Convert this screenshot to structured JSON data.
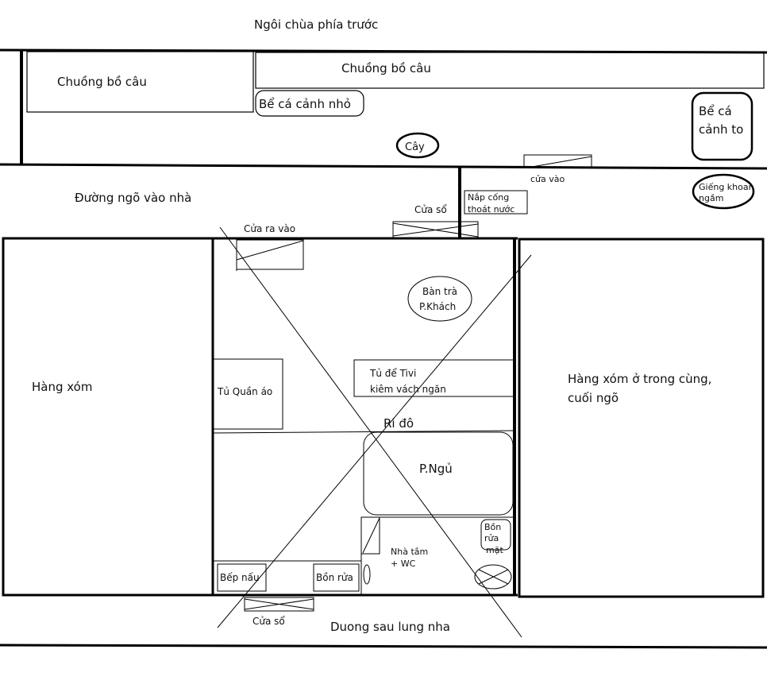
{
  "diagram": {
    "type": "house-floor-plan-sketch",
    "colors": {
      "stroke": "#000000",
      "background": "#ffffff",
      "text": "#111111"
    },
    "labels": {
      "temple": "Ngôi chùa phía trước",
      "pigeon_coop_left": "Chuồng bồ câu",
      "pigeon_coop_right": "Chuồng bồ câu",
      "small_aquarium": "Bể cá cảnh nhỏ",
      "tree": "Cây",
      "big_aquarium_line1": "Bể cá",
      "big_aquarium_line2": "cảnh to",
      "alley": "Đường ngõ vào nhà",
      "yard_entrance": "cửa vào",
      "drain_cover_line1": "Nắp cống",
      "drain_cover_line2": "thoát nước",
      "well_line1": "Giếng khoan",
      "well_line2": "ngầm",
      "front_window": "Cửa sổ",
      "main_door": "Cửa ra vào",
      "tea_table_line1": "Bàn trà",
      "tea_table_line2": "P.Khách",
      "neighbor_left": "Hàng xóm",
      "neighbor_right_line1": "Hàng xóm ở trong cùng,",
      "neighbor_right_line2": "cuối ngõ",
      "wardrobe": "Tủ Quần áo",
      "tv_cabinet_line1": "Tủ để Tivi",
      "tv_cabinet_line2": "kiêm vách ngăn",
      "curtain": "Ri đô",
      "bedroom": "P.Ngủ",
      "bathroom_line1": "Nhà tắm",
      "bathroom_line2": "+ WC",
      "wash_basin_line1": "Bồn",
      "wash_basin_line2": "rửa",
      "wash_basin_line3": "mặt",
      "stove": "Bếp nấu",
      "sink": "Bồn rửa",
      "back_window": "Cửa sổ",
      "back_road": "Duong sau lung nha"
    }
  }
}
